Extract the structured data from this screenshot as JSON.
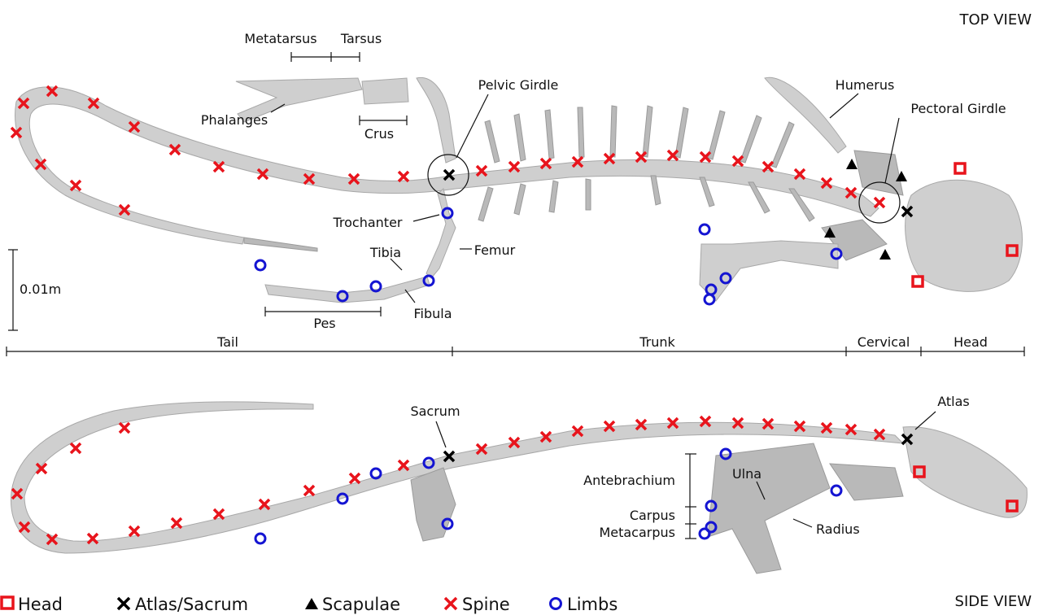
{
  "views": {
    "top": "TOP VIEW",
    "side": "SIDE VIEW"
  },
  "scale_label": "0.01m",
  "regions": {
    "tail": "Tail",
    "trunk": "Trunk",
    "cervical": "Cervical",
    "head": "Head"
  },
  "top_labels": {
    "metatarsus": "Metatarsus",
    "tarsus": "Tarsus",
    "phalanges": "Phalanges",
    "crus": "Crus",
    "pelvic_girdle": "Pelvic Girdle",
    "humerus": "Humerus",
    "pectoral_girdle": "Pectoral Girdle",
    "trochanter": "Trochanter",
    "femur": "Femur",
    "tibia": "Tibia",
    "fibula": "Fibula",
    "pes": "Pes"
  },
  "side_labels": {
    "sacrum": "Sacrum",
    "atlas": "Atlas",
    "antebrachium": "Antebrachium",
    "ulna": "Ulna",
    "carpus": "Carpus",
    "metacarpus": "Metacarpus",
    "radius": "Radius"
  },
  "legend": [
    {
      "key": "head",
      "label": "Head",
      "color": "#e8141c",
      "marker": "square"
    },
    {
      "key": "atlas_sacrum",
      "label": "Atlas/Sacrum",
      "color": "#000000",
      "marker": "cross"
    },
    {
      "key": "scapulae",
      "label": "Scapulae",
      "color": "#000000",
      "marker": "triangle"
    },
    {
      "key": "spine",
      "label": "Spine",
      "color": "#e8141c",
      "marker": "cross"
    },
    {
      "key": "limbs",
      "label": "Limbs",
      "color": "#1414d2",
      "marker": "circle"
    }
  ],
  "colors": {
    "head": "#e8141c",
    "spine": "#e8141c",
    "atlas_sacrum": "#000000",
    "limbs": "#1414d2",
    "bone": "#cfcfcf"
  }
}
